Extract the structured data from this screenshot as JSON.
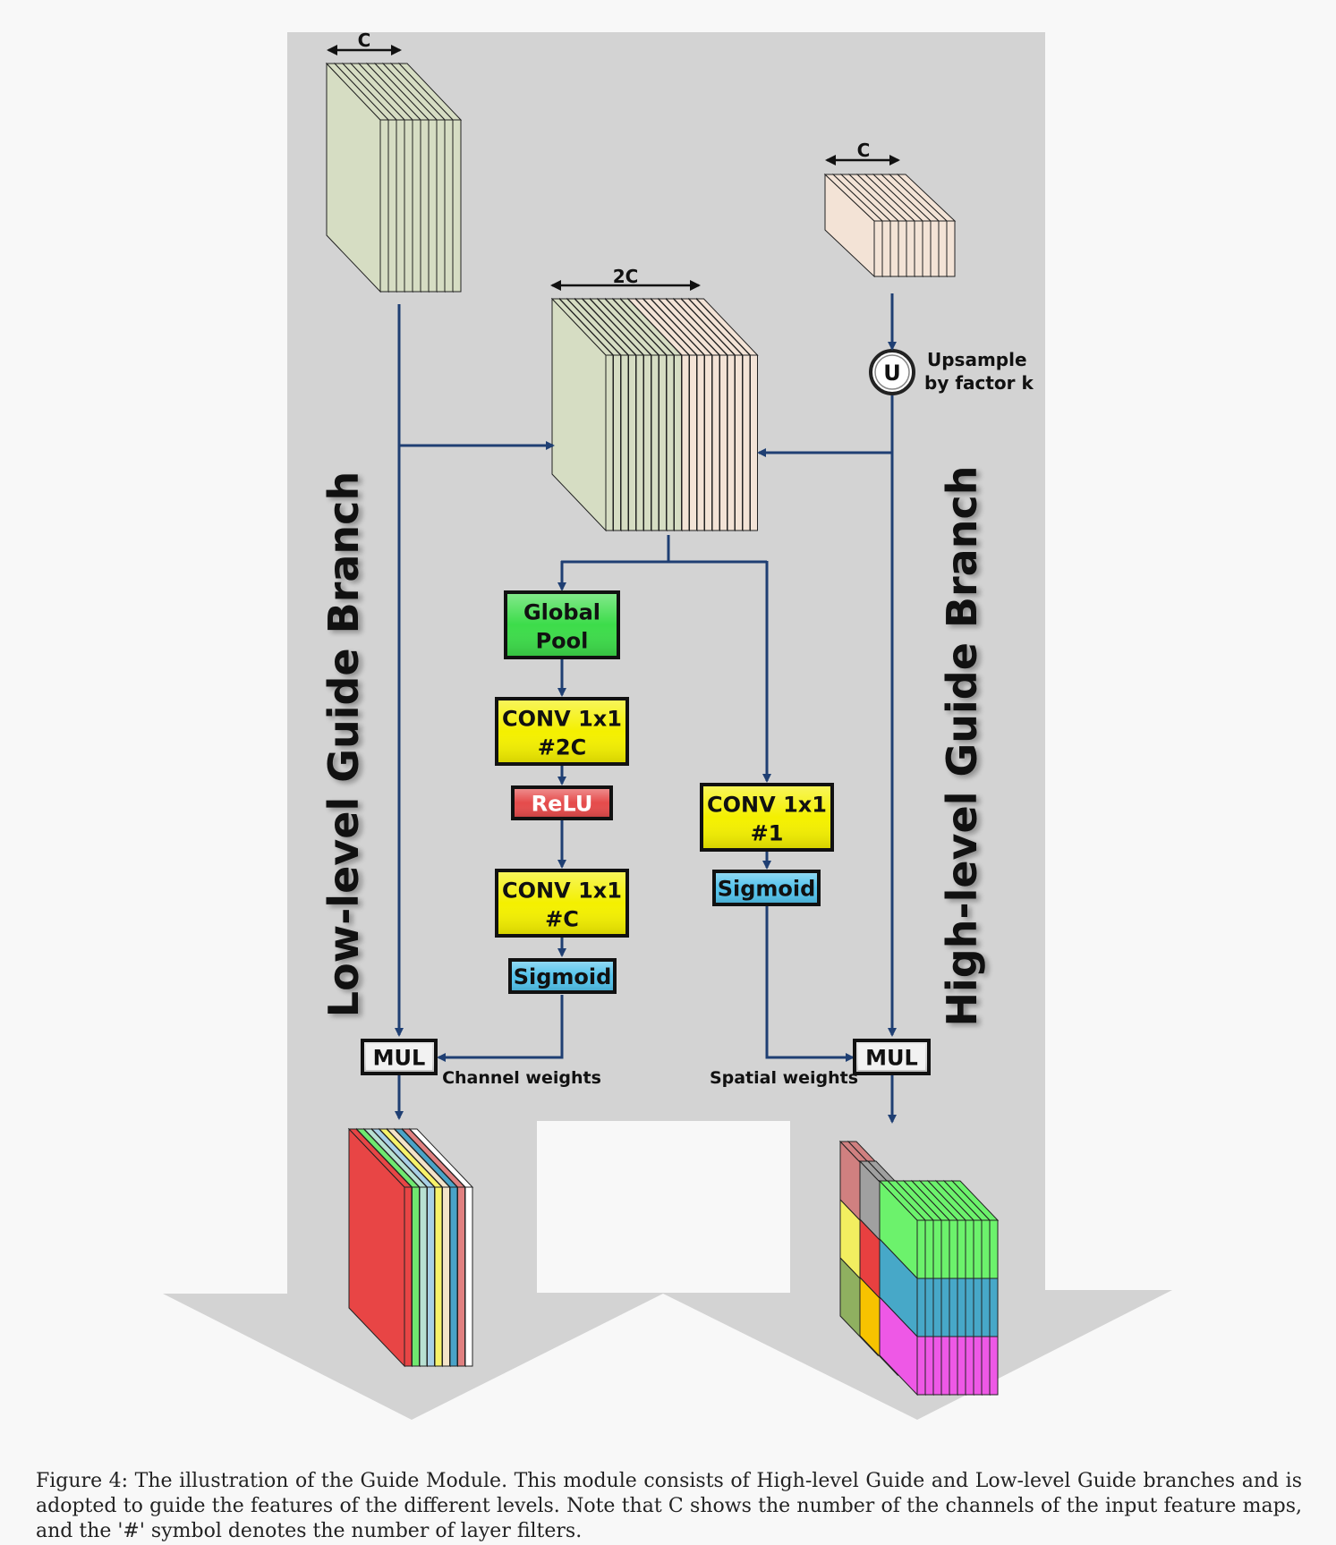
{
  "labels": {
    "c_left": "C",
    "c_right": "C",
    "two_c": "2C",
    "upsample_symbol": "U",
    "upsample_line1": "Upsample",
    "upsample_line2": "by factor k",
    "low_branch": "Low-level Guide Branch",
    "high_branch": "High-level Guide Branch",
    "channel_weights": "Channel weights",
    "spatial_weights": "Spatial weights"
  },
  "boxes": {
    "global_pool": {
      "line1": "Global",
      "line2": "Pool",
      "color": "#3ddc4a"
    },
    "conv_2c": {
      "line1": "CONV 1x1",
      "line2": "#2C",
      "color": "#f4f000"
    },
    "relu": {
      "line1": "ReLU",
      "color": "#e54b4b"
    },
    "conv_c": {
      "line1": "CONV 1x1",
      "line2": "#C",
      "color": "#f4f000"
    },
    "sigmoid_left": {
      "line1": "Sigmoid",
      "color": "#53c3ec"
    },
    "conv_1": {
      "line1": "CONV 1x1",
      "line2": "#1",
      "color": "#f4f000"
    },
    "sigmoid_right": {
      "line1": "Sigmoid",
      "color": "#53c3ec"
    },
    "mul_left": {
      "line1": "MUL"
    },
    "mul_right": {
      "line1": "MUL"
    }
  },
  "colors": {
    "low_feature": "#d6ddc3",
    "high_feature": "#f3e3d6",
    "arrow": "#1f3f73",
    "background_arrow": "#d3d3d3"
  },
  "caption": "Figure 4: The illustration of the Guide Module. This module consists of High-level Guide and Low-level Guide branches and is adopted to guide the features of the different levels. Note that C shows the number of the channels of the input feature maps, and the '#' symbol denotes the number of layer filters."
}
